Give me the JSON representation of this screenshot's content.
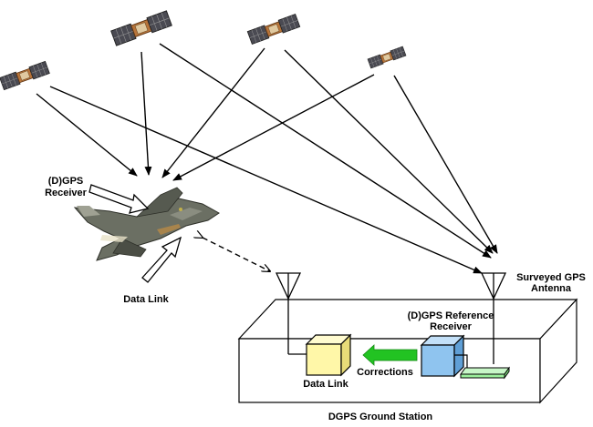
{
  "labels": {
    "gps_receiver_line1": "(D)GPS",
    "gps_receiver_line2": "Receiver",
    "data_link_aircraft": "Data Link",
    "reference_receiver_line1": "(D)GPS Reference",
    "reference_receiver_line2": "Receiver",
    "surveyed_antenna_line1": "Surveyed GPS",
    "surveyed_antenna_line2": "Antenna",
    "corrections": "Corrections",
    "data_link_station": "Data Link",
    "ground_station": "DGPS Ground Station"
  },
  "colors": {
    "data_link_box": "#fff7a8",
    "reference_receiver_box": "#8fc4ef",
    "antenna_base": "#9cf09c",
    "corrections_arrow": "#22c322",
    "satellite_panel": "#4a4a52",
    "satellite_body": "#b8743a",
    "aircraft_body": "#6b6f63"
  },
  "icons": {
    "satellite": "satellite-icon",
    "aircraft": "aircraft-icon",
    "antenna": "antenna-icon"
  }
}
